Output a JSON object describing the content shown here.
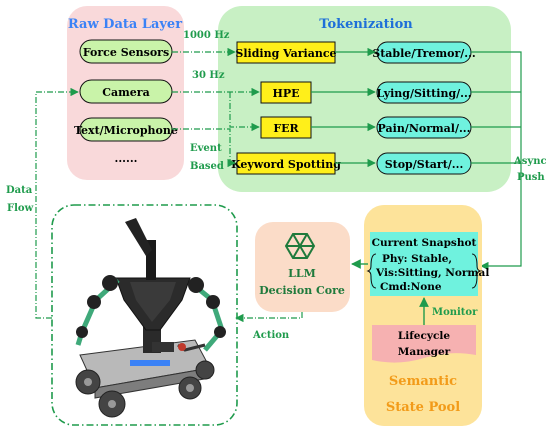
{
  "raw_layer": {
    "title": "Raw Data Layer",
    "items": [
      "Force Sensors",
      "Camera",
      "Text/Microphone"
    ],
    "ellipsis": "......"
  },
  "tokenization": {
    "title": "Tokenization",
    "modules": [
      "Sliding Variance",
      "HPE",
      "FER",
      "Keyword Spotting"
    ],
    "outputs": [
      "Stable/Tremor/...",
      "Lying/Sitting/...",
      "Pain/Normal/...",
      "Stop/Start/..."
    ]
  },
  "edges": {
    "rate_1000": "1000 Hz",
    "rate_30": "30 Hz",
    "event": "Event",
    "based": "Based",
    "async": "Async",
    "push": "Push",
    "data": "Data",
    "flow": "Flow",
    "monitor": "Monitor",
    "action": "Action"
  },
  "llm": {
    "line1": "LLM",
    "line2": "Decision Core"
  },
  "state_pool": {
    "snapshot_title": "Current Snapshot",
    "phy": "Phy: Stable,",
    "vis": "Vis:Sitting, Normal",
    "cmd": "Cmd:None",
    "lifecycle1": "Lifecycle",
    "lifecycle2": "Manager",
    "title1": "Semantic",
    "title2": "State Pool"
  },
  "colors": {
    "raw_bg": "#f9d9da",
    "raw_title": "#3b82f6",
    "token_bg": "#c8f0c4",
    "token_title": "#1e6fd9",
    "node_green": "#c9f3a9",
    "node_yellow": "#ffef1a",
    "node_cyan": "#6ff2de",
    "edge_green": "#1f9b4c",
    "pool_bg": "#fde39a",
    "pool_title": "#f29b19",
    "llm_bg": "#fbdcc8",
    "llm_text": "#1f7a3c"
  }
}
